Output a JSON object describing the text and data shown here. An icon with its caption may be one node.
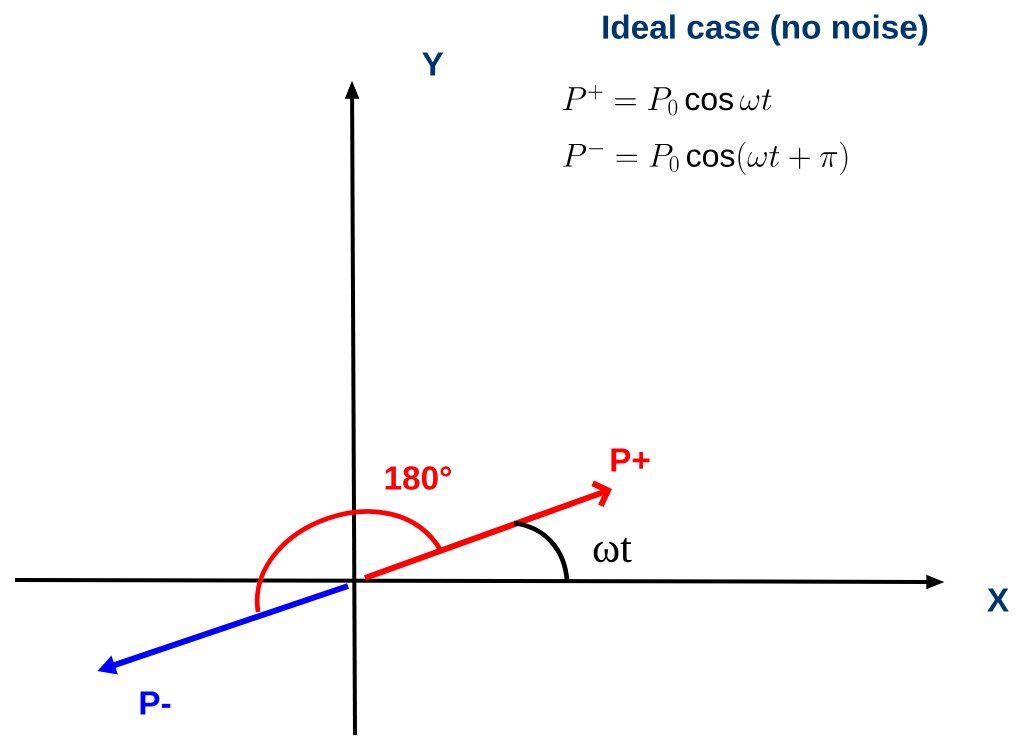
{
  "diagram": {
    "title": "Ideal case (no noise)",
    "labels": [
      "Y",
      "P^{+} = P_{0}\\cos\\omega t",
      "P^{-} = P_{0}\\cos(\\omega t + \\pi)",
      "180°",
      "P+",
      "ωt",
      "X",
      "P-"
    ]
  }
}
